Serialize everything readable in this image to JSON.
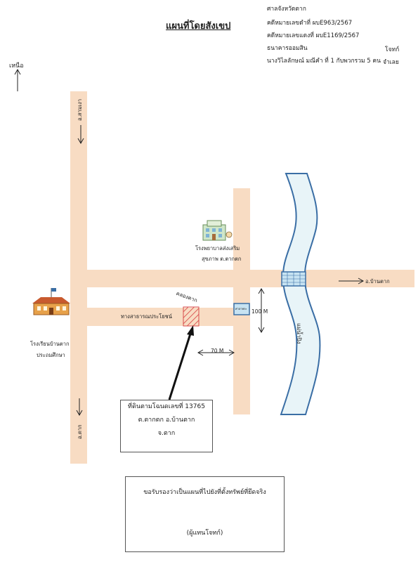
{
  "title": "แผนที่โดยสังเขป",
  "header": {
    "court": "ศาลจังหวัดตาก",
    "black_case": "คดีหมายเลขดำที่  ผบE963/2567",
    "red_case": "คดีหมายเลขแดงที่  ผบE1169/2567",
    "plaintiff": "ธนาคารออมสิน",
    "plaintiff_role": "โจทก์",
    "defendant": "นางวิไลลักษณ์  มณีคำ ที่ 1 กับพวกรวม 5 คน",
    "defendant_role": "จำเลย"
  },
  "north_label": "เหนือ",
  "labels": {
    "to_sam_ngao": "อ.สามเงา",
    "to_tak": "อ.ตาก",
    "to_ban_tak": "อ.บ้านตาก",
    "canal": "คลองตาก",
    "public_way": "ทางสาธารณประโยชน์",
    "river": "แม่น้ำปิง",
    "dist_100": "100 M",
    "dist_70": "70 M",
    "small_building": "ศาลาพระ"
  },
  "hospital": {
    "line1": "โรงพยาบาลส่งเสริม",
    "line2": "สุขภาพ ต.ตากตก"
  },
  "school": {
    "line1": "โรงเรียนบ้านตาก",
    "line2": "ประถมศึกษา"
  },
  "deed": {
    "line1": "ที่ดินตามโฉนดเลขที่ 13765",
    "line2": "ต.ตากตก  อ.บ้านตาก",
    "line3": "จ.ตาก"
  },
  "certify": {
    "statement": "ขอรับรองว่าเป็นแผนที่ไปยังที่ตั้งทรัพย์ที่ยึดจริง",
    "signer": "(ผู้แทนโจทก์)"
  },
  "colors": {
    "road": "#f8dcc3",
    "river_fill": "#e8f4f8",
    "river_edge": "#3a6ea5",
    "parcel": "#d94b4b"
  }
}
